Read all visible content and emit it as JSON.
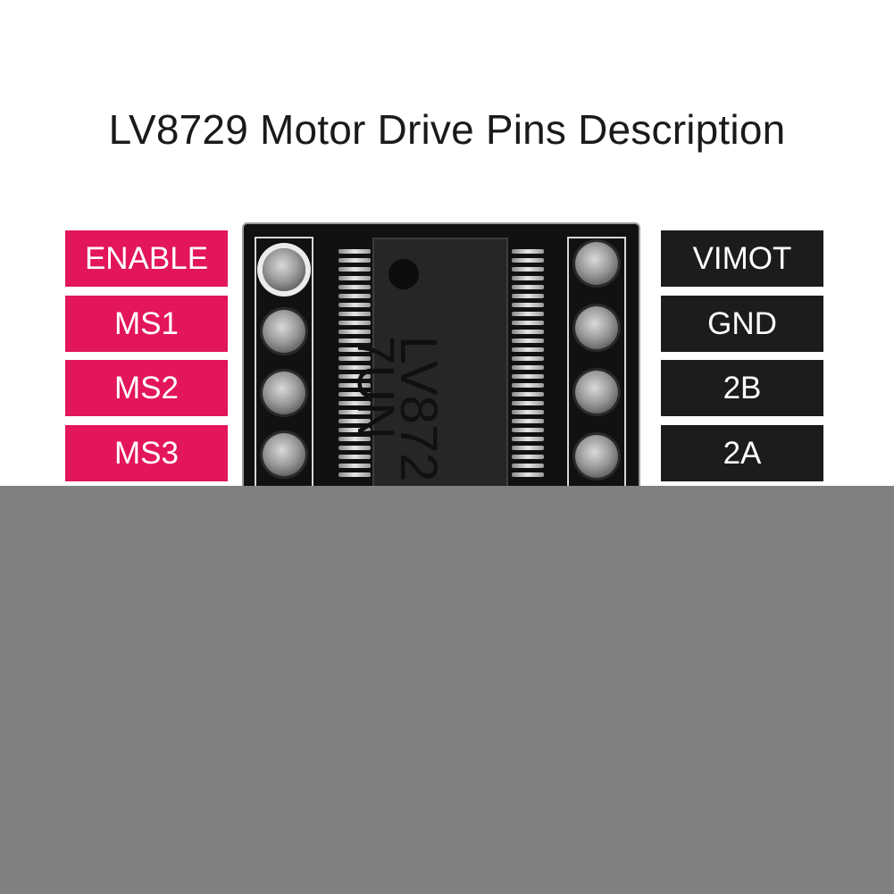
{
  "title": "LV8729 Motor Drive Pins Description",
  "left_labels": [
    "ENABLE",
    "MS1",
    "MS2",
    "MS3"
  ],
  "right_labels": [
    "VIMOT",
    "GND",
    "2B",
    "2A"
  ],
  "chip_marking_line1": "LV872",
  "chip_marking_line2": "7UN",
  "colors": {
    "left_label_bg": "#e3155c",
    "right_label_bg": "#1c1c1c",
    "board": "#111111",
    "lower_panel": "#808080"
  }
}
